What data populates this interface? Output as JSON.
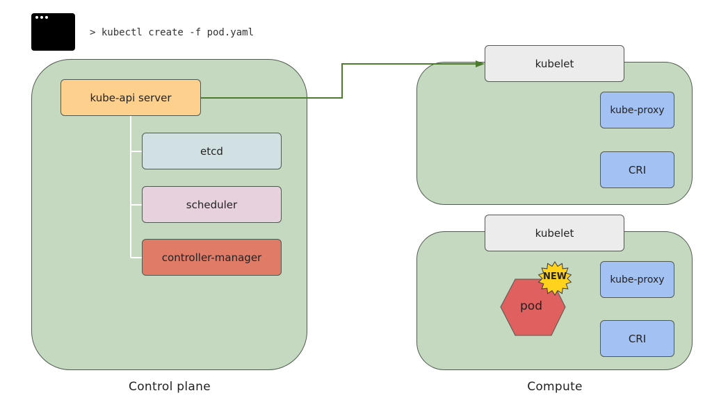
{
  "terminal": {
    "icon": "terminal-window-icon",
    "command": "> kubectl create -f pod.yaml"
  },
  "control_plane": {
    "label": "Control plane",
    "api_server": "kube-api server",
    "components": [
      "etcd",
      "scheduler",
      "controller-manager"
    ]
  },
  "compute": {
    "label": "Compute",
    "node1": {
      "kubelet": "kubelet",
      "proxy": "kube-proxy",
      "cri": "CRI"
    },
    "node2": {
      "kubelet": "kubelet",
      "proxy": "kube-proxy",
      "cri": "CRI",
      "pod": "pod",
      "badge": "NEW"
    }
  },
  "colors": {
    "region": "#c5d9c0",
    "api_server": "#fdd08e",
    "etcd": "#d1e1e3",
    "scheduler": "#e7d1dd",
    "controller_manager": "#e07b68",
    "kubelet": "#ececec",
    "node_component": "#a3c1f3",
    "pod": "#e05f5f",
    "badge": "#ffd21e",
    "arrow": "#4d7b2e",
    "connector": "#ffffff"
  }
}
